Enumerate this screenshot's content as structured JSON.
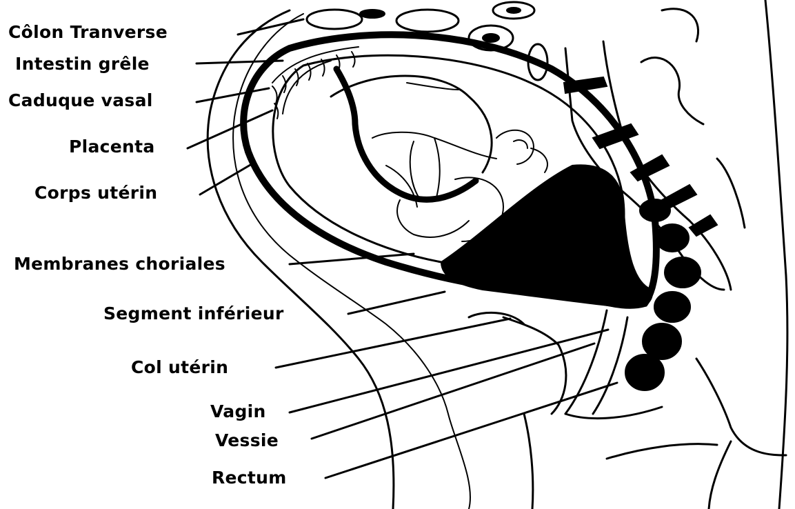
{
  "labels": {
    "colon_transverse": "Côlon Tranverse",
    "small_intestine": "Intestin grêle",
    "decidua": "Caduque vasal",
    "placenta": "Placenta",
    "uterine_body": "Corps utérin",
    "chorionic_membranes": "Membranes choriales",
    "lower_segment": "Segment inférieur",
    "cervix": "Col utérin",
    "vagina": "Vagin",
    "bladder": "Vessie",
    "rectum": "Rectum"
  }
}
